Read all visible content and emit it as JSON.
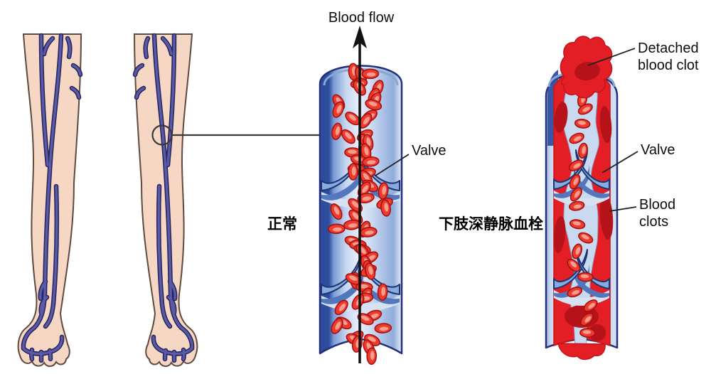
{
  "figure": {
    "blood_flow_label": "Blood flow",
    "normal_vein": {
      "title": "正常",
      "valve_label": "Valve"
    },
    "dvt_vein": {
      "title": "下肢深静脉血栓",
      "detached_clot_label": "Detached blood clot",
      "valve_label": "Valve",
      "blood_clots_label": "Blood clots"
    },
    "colors": {
      "skin": "#f6d7c3",
      "leg_vein": "#44448e",
      "vessel_wall_light": "#c9d9f0",
      "vessel_outline": "#22307c",
      "valve_blue": "#86abdc",
      "rbc_red": "#ee3b2d",
      "clot_red": "#e31e24",
      "label_text": "#0e0e0e"
    }
  }
}
